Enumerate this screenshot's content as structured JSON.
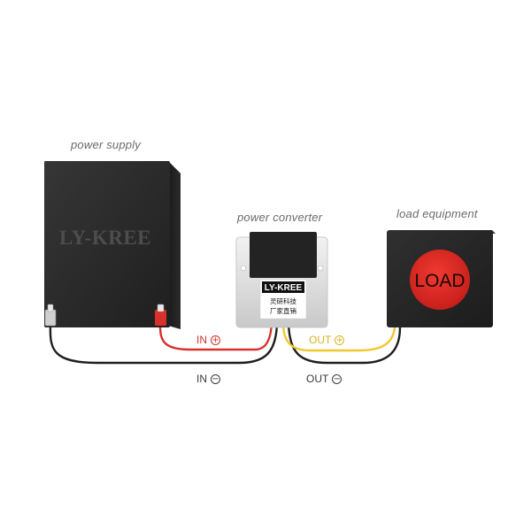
{
  "labels": {
    "power_supply": "power supply",
    "power_converter": "power converter",
    "load_equipment": "load equipment"
  },
  "supply_brand": "LY-KREE",
  "converter": {
    "brand": "LY-KREE",
    "line1": "灵研科技",
    "line2": "厂家直销"
  },
  "load_text": "LOAD",
  "wires": {
    "in_plus": "IN",
    "in_minus": "IN",
    "out_plus": "OUT",
    "out_minus": "OUT"
  },
  "symbols": {
    "plus": "+",
    "minus": "−"
  },
  "colors": {
    "box_dark": "#2a2a2a",
    "red_wire": "#d8302a",
    "yellow_wire": "#f2c72a",
    "black_wire": "#1e1e1e",
    "load_circle": "#e02a23",
    "label_gray": "#6b6b6b"
  }
}
